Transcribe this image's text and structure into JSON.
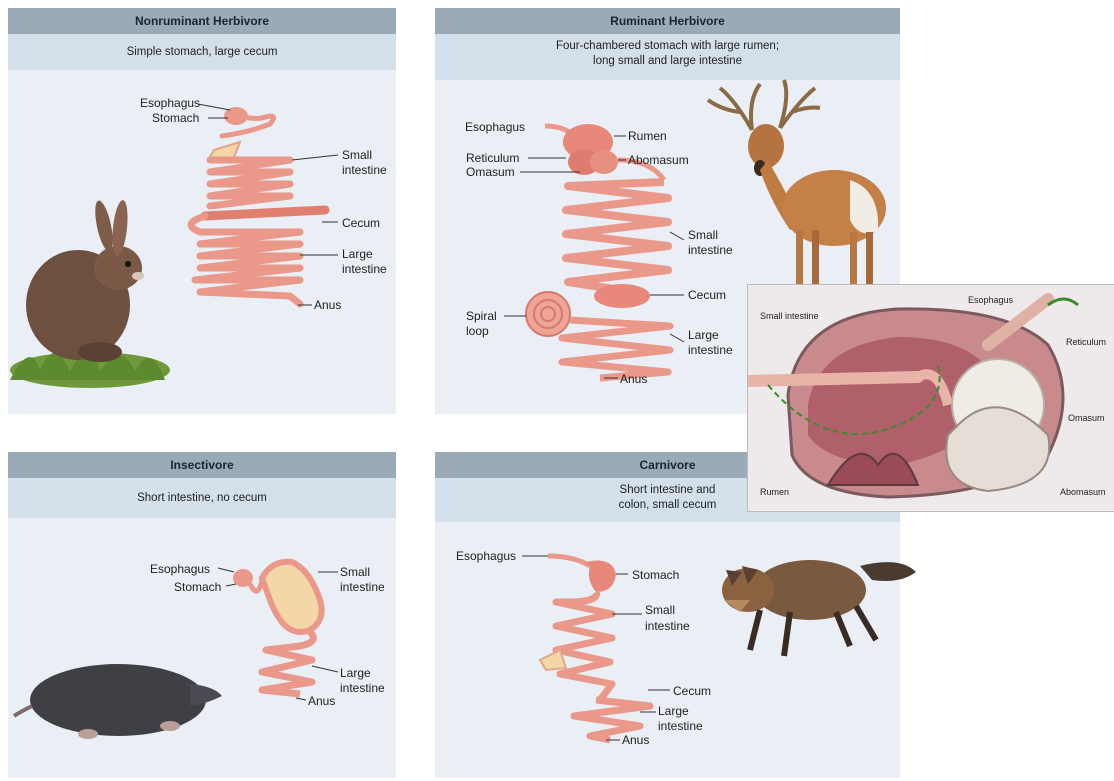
{
  "panels": {
    "nonruminant": {
      "title": "Nonruminant Herbivore",
      "subtitle": "Simple stomach, large cecum",
      "labels": {
        "esophagus": "Esophagus",
        "stomach": "Stomach",
        "small1": "Small",
        "small2": "intestine",
        "cecum": "Cecum",
        "large1": "Large",
        "large2": "intestine",
        "anus": "Anus"
      }
    },
    "ruminant": {
      "title": "Ruminant Herbivore",
      "subtitle1": "Four-chambered stomach with large rumen;",
      "subtitle2": "long small and large intestine",
      "labels": {
        "esophagus": "Esophagus",
        "rumen": "Rumen",
        "reticulum": "Reticulum",
        "abomasum": "Abomasum",
        "omasum": "Omasum",
        "small1": "Small",
        "small2": "intestine",
        "cecum": "Cecum",
        "spiral1": "Spiral",
        "spiral2": "loop",
        "large1": "Large",
        "large2": "intestine",
        "anus": "Anus"
      }
    },
    "insectivore": {
      "title": "Insectivore",
      "subtitle": "Short intestine, no cecum",
      "labels": {
        "esophagus": "Esophagus",
        "stomach": "Stomach",
        "small1": "Small",
        "small2": "intestine",
        "large1": "Large",
        "large2": "intestine",
        "anus": "Anus"
      }
    },
    "carnivore": {
      "title": "Carnivore",
      "subtitle1": "Short intestine and",
      "subtitle2": "colon, small cecum",
      "labels": {
        "esophagus": "Esophagus",
        "stomach": "Stomach",
        "small1": "Small",
        "small2": "intestine",
        "cecum": "Cecum",
        "large1": "Large",
        "large2": "intestine",
        "anus": "Anus"
      }
    }
  },
  "inset": {
    "labels": {
      "small_intestine": "Small intestine",
      "esophagus": "Esophagus",
      "reticulum": "Reticulum",
      "omasum": "Omasum",
      "rumen": "Rumen",
      "abomasum": "Abomasum"
    }
  },
  "colors": {
    "gut": "#e9988a",
    "gut_dark": "#c46a5c",
    "header": "#9aaab7",
    "subheader": "#d4e0e9",
    "panel": "#e9eff4"
  }
}
